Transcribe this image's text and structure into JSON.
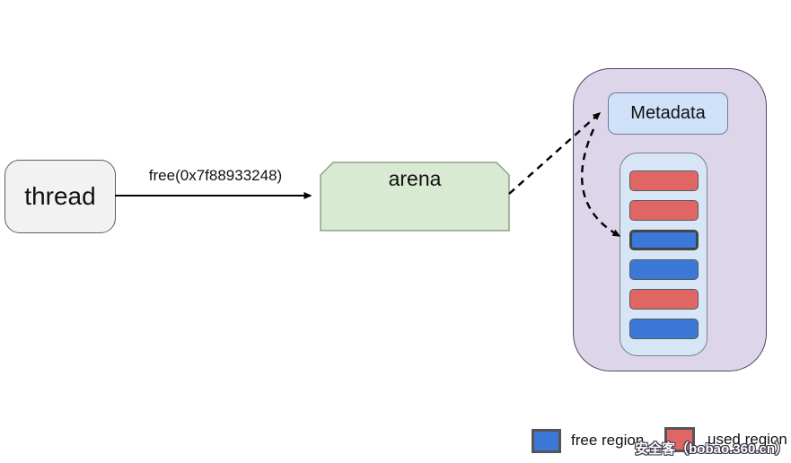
{
  "colors": {
    "free": "#3c78d8",
    "used": "#e06666",
    "arena_fill": "#d9ead3",
    "heap_fill": "#ddd6eb",
    "metadata_fill": "#cfe2f9"
  },
  "diagram": {
    "thread": {
      "label": "thread"
    },
    "call_arrow": {
      "label": "free(0x7f88933248)"
    },
    "arena": {
      "label": "arena"
    },
    "heap": {
      "metadata": {
        "label": "Metadata"
      },
      "regions": [
        {
          "type": "used",
          "highlighted": false
        },
        {
          "type": "used",
          "highlighted": false
        },
        {
          "type": "free",
          "highlighted": true
        },
        {
          "type": "free",
          "highlighted": false
        },
        {
          "type": "used",
          "highlighted": false
        },
        {
          "type": "free",
          "highlighted": false
        }
      ]
    },
    "legend": [
      {
        "type": "free",
        "label": "free region"
      },
      {
        "type": "used",
        "label": "used region"
      }
    ],
    "watermark": "安全客（bobao.360.cn）"
  }
}
